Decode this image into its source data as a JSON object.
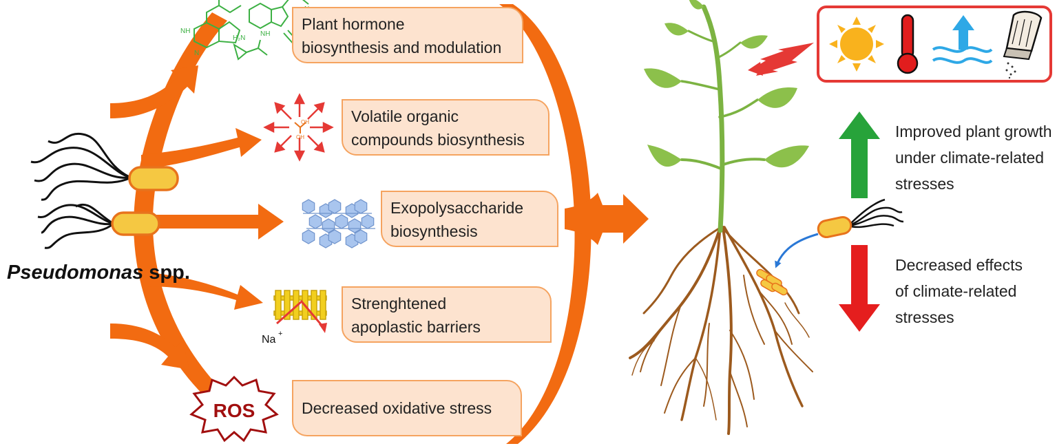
{
  "bacterium_label": {
    "genus": "Pseudomonas",
    "suffix": "spp."
  },
  "mechanisms": [
    {
      "line1": "Plant hormone",
      "line2": "biosynthesis and modulation"
    },
    {
      "line1": "Volatile organic",
      "line2": "compounds biosynthesis"
    },
    {
      "line1": "Exopolysaccharide",
      "line2": "biosynthesis"
    },
    {
      "line1": "Strenghtened",
      "line2": "apoplastic barriers"
    },
    {
      "line1": "Decreased oxidative stress"
    }
  ],
  "icons": {
    "ros": "ROS",
    "sodium": "Na",
    "sodium_charge": "+",
    "hydroxyl": "OH",
    "amine": "H₂N",
    "amine_short": "H",
    "imine": "N",
    "hormone_n": "N",
    "hormone_nh": "NH"
  },
  "outcomes": {
    "improved": [
      "Improved plant growth",
      "under climate-related",
      "stresses"
    ],
    "decreased": [
      "Decreased effects",
      "of climate-related",
      "stresses"
    ]
  },
  "stress_icons": [
    "sun-icon",
    "thermometer-icon",
    "rising-water-icon",
    "salt-shaker-icon"
  ],
  "colors": {
    "orange": "#f26b11",
    "box_fill": "#fde3cf",
    "box_border": "#f5a35f",
    "green_hormone": "#3cb043",
    "leaf": "#8cc04b",
    "stem": "#7cb342",
    "root": "#9c5a1e",
    "bacterium_fill": "#f5c842",
    "bacterium_border": "#e8731c",
    "stress_border": "#e53935",
    "up_arrow": "#27a33a",
    "down_arrow": "#e51e1e",
    "eps": "#a9c5ee",
    "ros": "#a10f0f"
  }
}
